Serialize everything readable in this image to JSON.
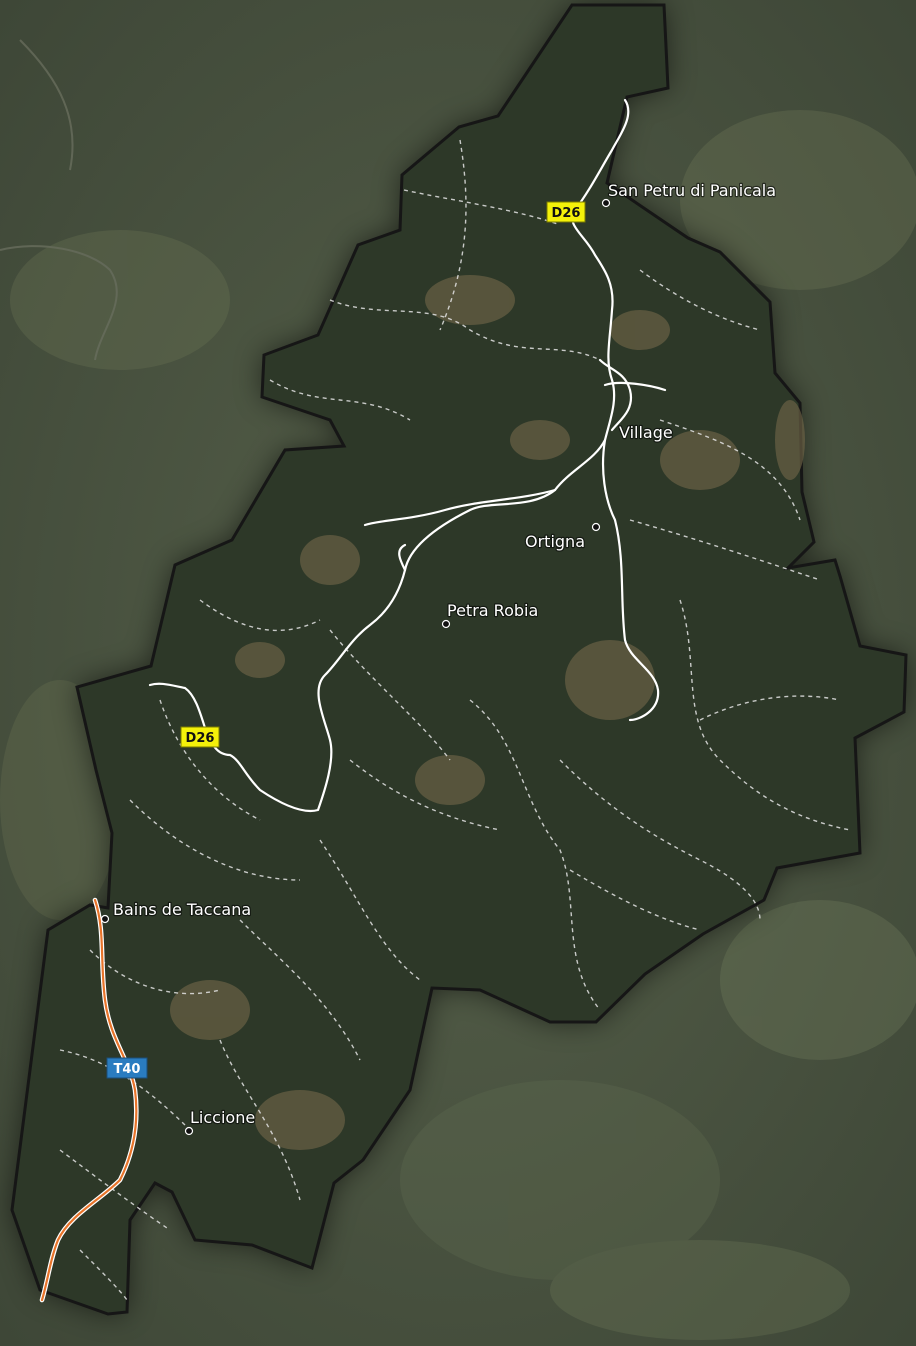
{
  "map": {
    "colors": {
      "outside": "#4a5442",
      "territory": "#2b3526",
      "border": "#1a1a1a",
      "road_main": "#ffffff",
      "road_national": "#e8742a",
      "track": "#e8e8e8",
      "shield_departmental": "#f4f10a",
      "shield_territorial": "#2a7cc0"
    },
    "places": [
      {
        "id": "san-petru-di-panicala",
        "name": "San Petru di Panicala"
      },
      {
        "id": "village",
        "name": "Village"
      },
      {
        "id": "ortigna",
        "name": "Ortigna"
      },
      {
        "id": "petra-robia",
        "name": "Petra Robia"
      },
      {
        "id": "bains-de-taccana",
        "name": "Bains de Taccana"
      },
      {
        "id": "liccione",
        "name": "Liccione"
      }
    ],
    "road_shields": [
      {
        "id": "d26-north",
        "ref": "D26",
        "kind": "departmental"
      },
      {
        "id": "d26-west",
        "ref": "D26",
        "kind": "departmental"
      },
      {
        "id": "t40",
        "ref": "T40",
        "kind": "territorial"
      }
    ]
  }
}
